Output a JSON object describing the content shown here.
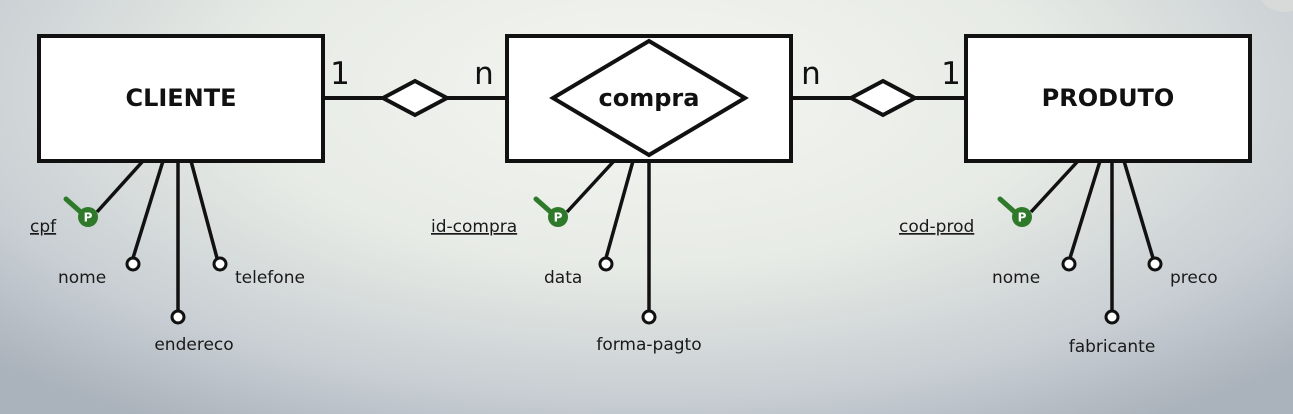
{
  "entities": {
    "cliente": {
      "name": "CLIENTE"
    },
    "compra": {
      "name": "compra"
    },
    "produto": {
      "name": "PRODUTO"
    }
  },
  "cardinalities": {
    "cliente_side": "1",
    "compra_left": "n",
    "compra_right": "n",
    "produto_side": "1"
  },
  "attributes": {
    "cliente": {
      "key": "cpf",
      "a1": "nome",
      "a2": "endereco",
      "a3": "telefone"
    },
    "compra": {
      "key": "id-compra",
      "a1": "data",
      "a2": "forma-pagto"
    },
    "produto": {
      "key": "cod-prod",
      "a1": "nome",
      "a2": "fabricante",
      "a3": "preco"
    }
  },
  "key_badge": "P",
  "colors": {
    "line": "#111111",
    "key_green": "#2f7a2a",
    "entity_fill": "#ffffff"
  }
}
